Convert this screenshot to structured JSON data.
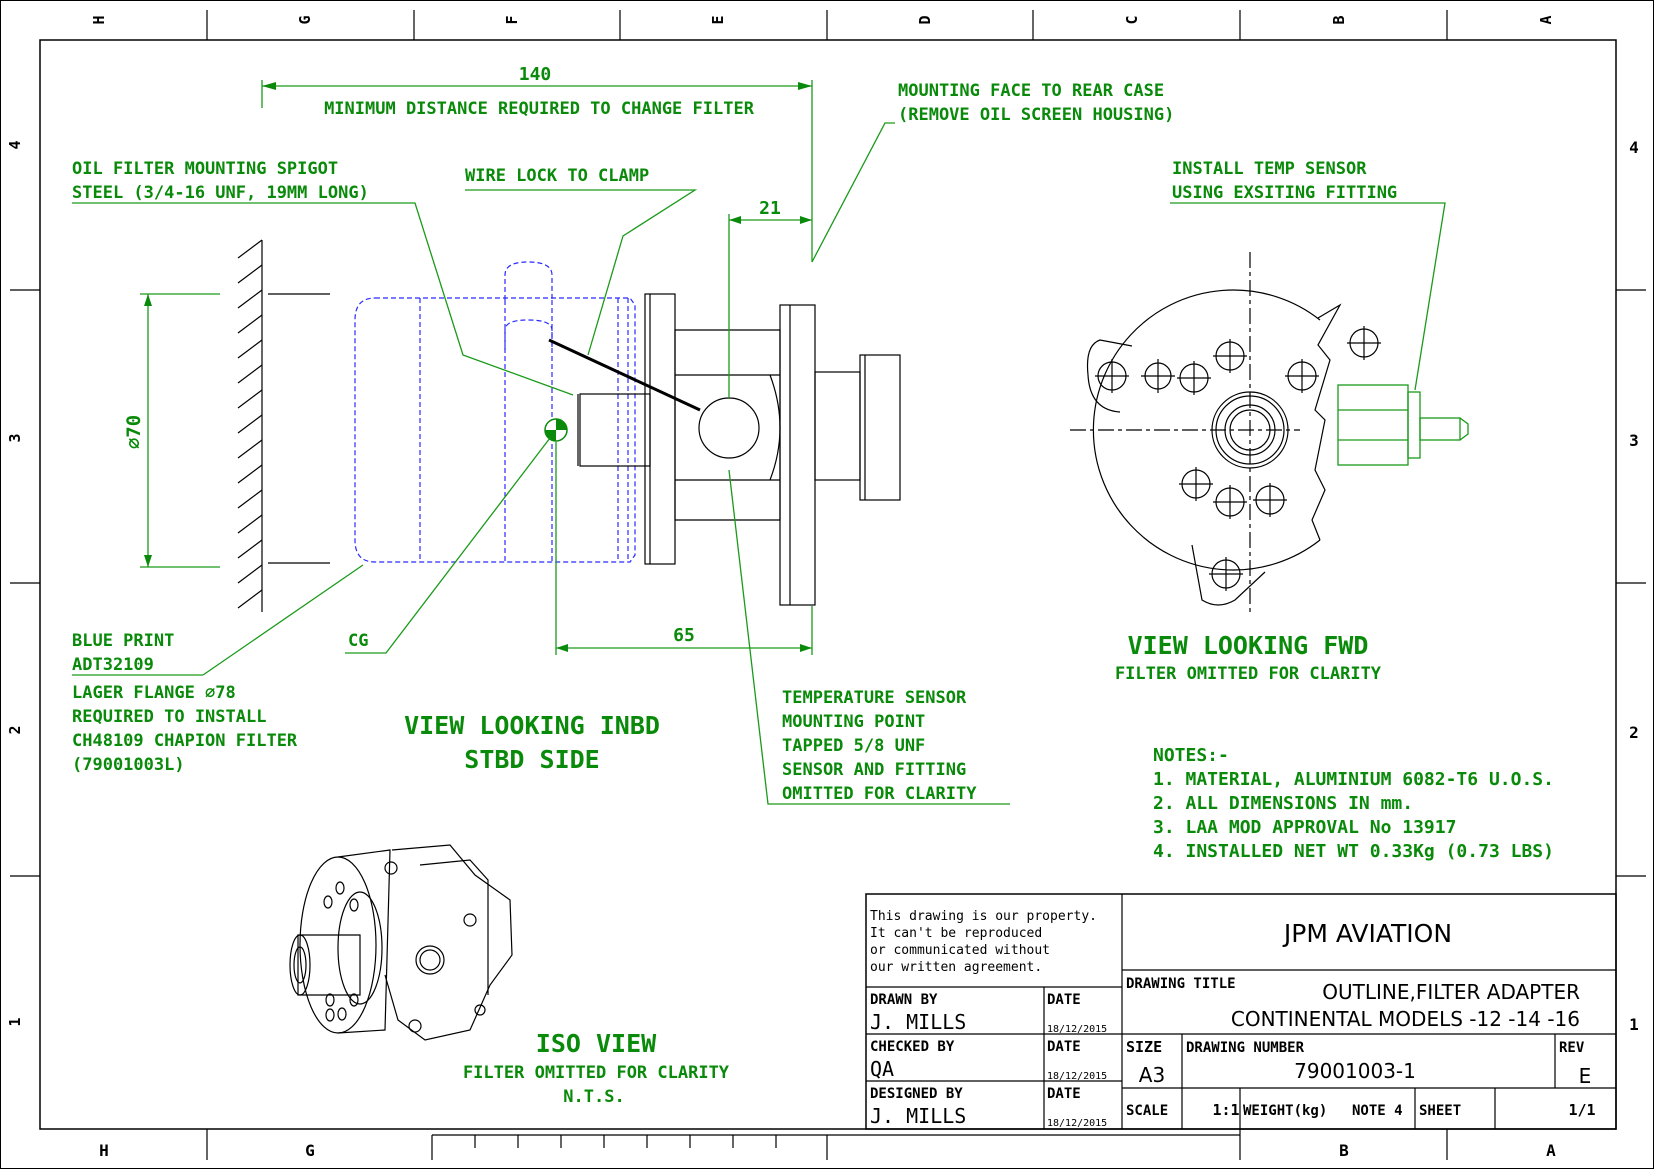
{
  "grid": {
    "columns": [
      "H",
      "G",
      "F",
      "E",
      "D",
      "C",
      "B",
      "A"
    ],
    "rows": [
      "4",
      "3",
      "2",
      "1"
    ]
  },
  "view_inbd": {
    "dim_140": "140",
    "min_distance": "MINIMUM DISTANCE REQUIRED TO CHANGE FILTER",
    "spigot_1": "OIL FILTER MOUNTING SPIGOT",
    "spigot_2": "STEEL (3/4-16 UNF, 19MM LONG)",
    "wire_lock": "WIRE LOCK TO CLAMP",
    "dim_21": "21",
    "mount_face_1": "MOUNTING FACE TO REAR CASE",
    "mount_face_2": "(REMOVE OIL SCREEN HOUSING)",
    "dia_70": "⌀70",
    "dim_65": "65",
    "blue_print": "BLUE PRINT",
    "adt": "ADT32109",
    "lager_1": "LAGER FLANGE ⌀78",
    "lager_2": "REQUIRED TO INSTALL",
    "lager_3": "CH48109 CHAPION FILTER",
    "lager_4": "(79001003L)",
    "cg": "CG",
    "title_1": "VIEW LOOKING INBD",
    "title_2": "STBD SIDE",
    "temp_1": "TEMPERATURE SENSOR",
    "temp_2": "MOUNTING POINT",
    "temp_3": "TAPPED 5/8 UNF",
    "temp_4": "SENSOR AND FITTING",
    "temp_5": "OMITTED FOR CLARITY"
  },
  "view_fwd": {
    "install_1": "INSTALL TEMP SENSOR",
    "install_2": "USING EXSITING FITTING",
    "title": "VIEW LOOKING FWD",
    "subtitle": "FILTER OMITTED FOR CLARITY"
  },
  "notes": {
    "header": "NOTES:-",
    "items": [
      "1. MATERIAL, ALUMINIUM 6082-T6 U.O.S.",
      "2. ALL DIMENSIONS IN mm.",
      "3. LAA MOD APPROVAL No 13917",
      "4. INSTALLED NET WT 0.33Kg (0.73 LBS)"
    ]
  },
  "iso_view": {
    "title": "ISO VIEW",
    "subtitle": "FILTER OMITTED FOR CLARITY",
    "nts": "N.T.S."
  },
  "title_block": {
    "property_1": "This drawing is our property.",
    "property_2": "It can't be reproduced",
    "property_3": "or communicated without",
    "property_4": "our written agreement.",
    "company": "JPM AVIATION",
    "drawing_title_label": "DRAWING TITLE",
    "drawing_title_1": "OUTLINE,FILTER ADAPTER",
    "drawing_title_2": "CONTINENTAL MODELS -12 -14 -16",
    "drawn_by_label": "DRAWN BY",
    "drawn_by": "J. MILLS",
    "checked_by_label": "CHECKED BY",
    "checked_by": "QA",
    "designed_by_label": "DESIGNED BY",
    "designed_by": "J. MILLS",
    "date_label": "DATE",
    "date": "18/12/2015",
    "size_label": "SIZE",
    "size": "A3",
    "drawing_number_label": "DRAWING NUMBER",
    "drawing_number": "79001003-1",
    "rev_label": "REV",
    "rev": "E",
    "scale_label": "SCALE",
    "scale": "1:1",
    "weight_label": "WEIGHT(kg)",
    "weight": "NOTE 4",
    "sheet_label": "SHEET",
    "sheet": "1/1"
  }
}
